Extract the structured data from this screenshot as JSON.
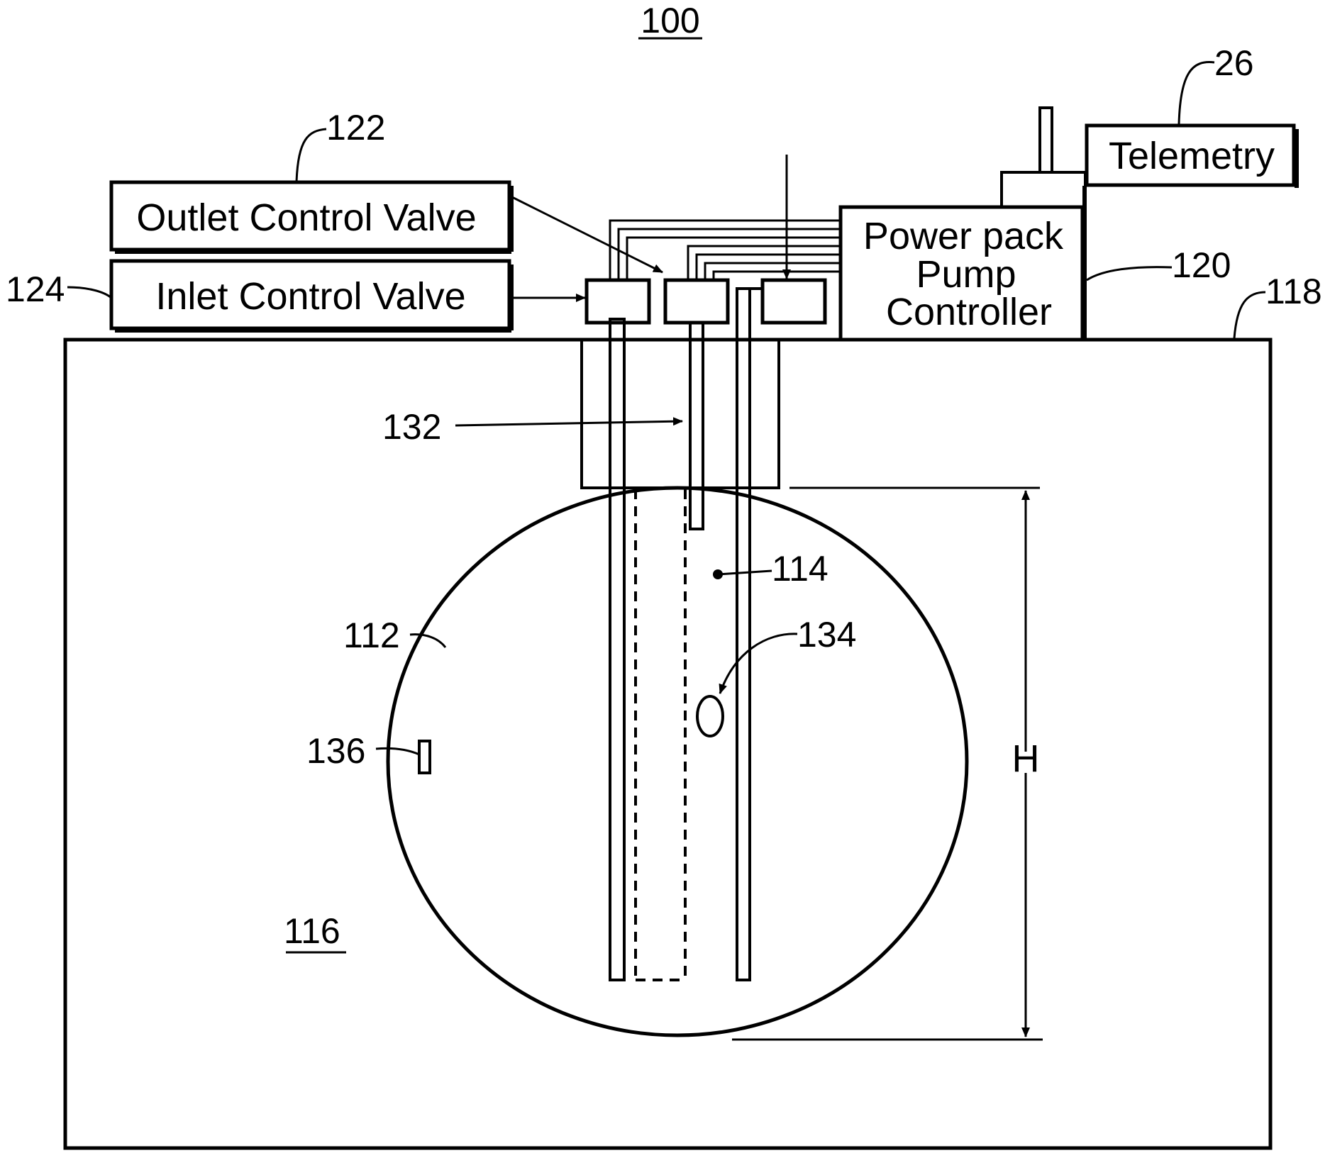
{
  "figure": {
    "number": "100"
  },
  "components": {
    "outlet_valve": {
      "label": "Outlet Control Valve",
      "ref": "122"
    },
    "inlet_valve": {
      "label": "Inlet Control Valve",
      "ref": "124"
    },
    "telemetry": {
      "label": "Telemetry",
      "ref": "26"
    },
    "controller": {
      "line1": "Power pack",
      "line2": "Pump",
      "line3": "Controller",
      "ref": "120"
    },
    "ground": {
      "ref": "118"
    },
    "formation": {
      "ref": "116"
    },
    "cavern": {
      "ref": "112"
    },
    "fluid": {
      "ref": "114"
    },
    "tube_132": {
      "ref": "132"
    },
    "item_134": {
      "ref": "134"
    },
    "item_136": {
      "ref": "136"
    },
    "height": {
      "label": "H"
    }
  },
  "colors": {
    "line": "#000000",
    "background": "#ffffff"
  }
}
